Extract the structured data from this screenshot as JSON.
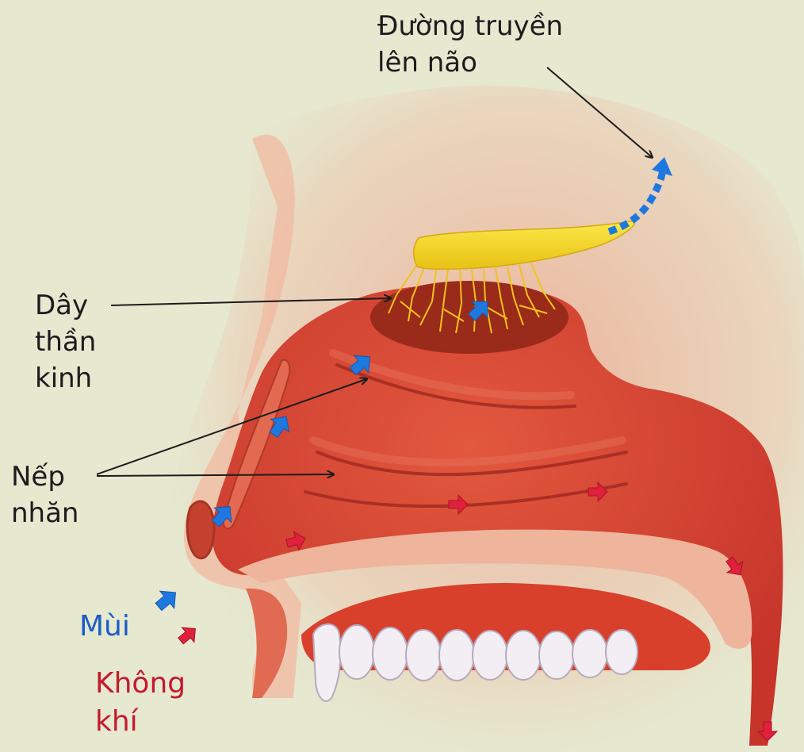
{
  "labels": {
    "brain_path_line1": "Đường truyền",
    "brain_path_line2": "lên não",
    "nerve_line1": "Dây",
    "nerve_line2": "thần",
    "nerve_line3": "kinh",
    "fold_line1": "Nếp",
    "fold_line2": "nhăn"
  },
  "legend": {
    "smell_label": "Mùi",
    "air_label_line1": "Không",
    "air_label_line2": "khí"
  },
  "colors": {
    "background": "#e6e8d0",
    "smell": "#1e78e0",
    "air": "#e0203c",
    "nerve": "#f2d21c",
    "tissue": "#d9452f",
    "text": "#1c1c1c"
  }
}
